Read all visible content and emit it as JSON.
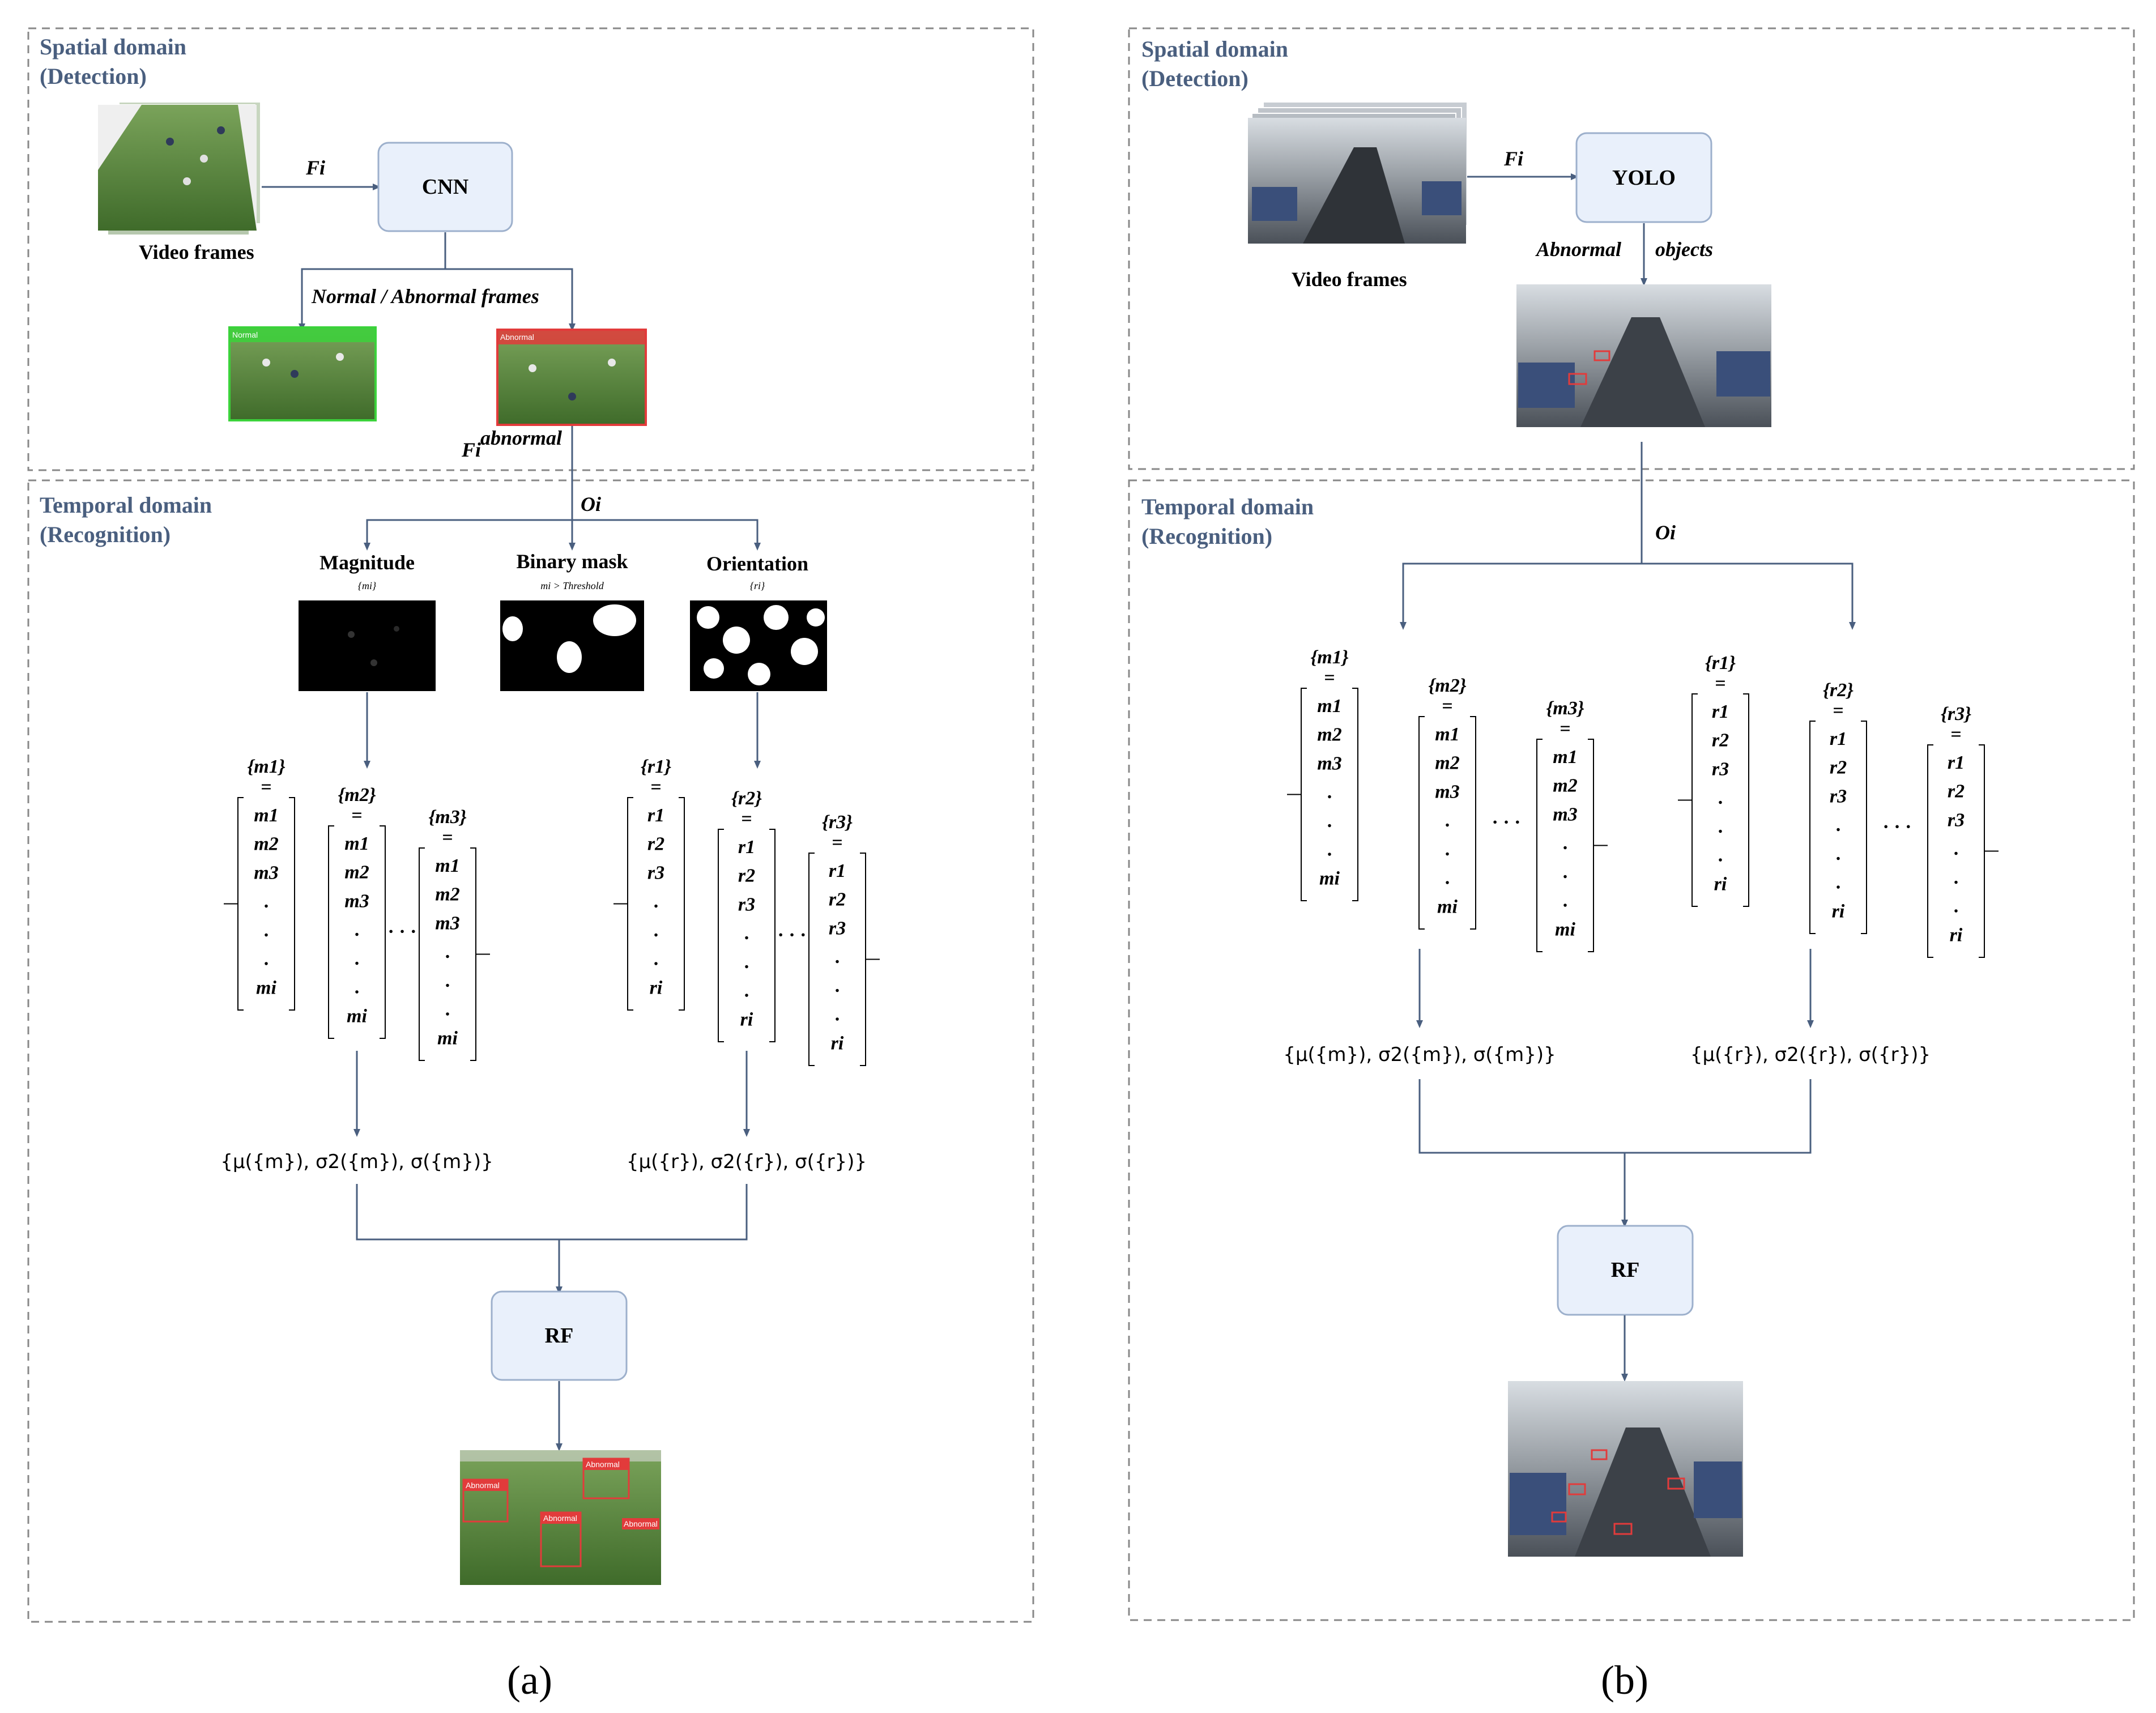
{
  "colors": {
    "section_title": "#4a5f7f",
    "arrow": "#4a5f7f",
    "box_fill": "#e9f0fb",
    "box_border": "#9db0cc",
    "dashed_border": "#888888",
    "normal_tag": "#3bd23b",
    "abnormal_tag": "#e23b3b"
  },
  "panel_a": {
    "spatial_title_1": "Spatial domain",
    "spatial_title_2": "(Detection)",
    "temporal_title_1": "Temporal  domain",
    "temporal_title_2": "(Recognition)",
    "video_frames": "Video frames",
    "fi": "Fi",
    "cnn": "CNN",
    "normal_abnormal": "Normal / Abnormal frames",
    "normal_tag": "Normal",
    "abnormal_tag": "Abnormal",
    "fi_abnormal_base": "Fi",
    "fi_abnormal_sup": "abnormal",
    "oi": "Oi",
    "magnitude": "Magnitude",
    "magnitude_sub": "{mi}",
    "binary_mask": "Binary mask",
    "binary_mask_sub": "mi > Threshold",
    "orientation": "Orientation",
    "orientation_sub": "{ri}",
    "stat_m": "{μ({m}), σ2({m}), σ({m})}",
    "stat_r": "{μ({r}), σ2({r}), σ({r})}",
    "rf": "RF",
    "out_tag": "Abnormal",
    "caption": "(a)"
  },
  "panel_b": {
    "spatial_title_1": "Spatial domain",
    "spatial_title_2": "(Detection)",
    "temporal_title_1": "Temporal  domain",
    "temporal_title_2": "(Recognition)",
    "video_frames": "Video frames",
    "fi": "Fi",
    "yolo": "YOLO",
    "abnormal": "Abnormal",
    "objects": "objects",
    "oi": "Oi",
    "stat_m": "{μ({m}), σ2({m}), σ({m})}",
    "stat_r": "{μ({r}), σ2({r}), σ({r})}",
    "rf": "RF",
    "caption": "(b)"
  },
  "vectors": {
    "m1": {
      "head": "{m1}",
      "items": [
        "m1",
        "m2",
        "m3",
        ".",
        ".",
        ".",
        "mi"
      ]
    },
    "m2": {
      "head": "{m2}",
      "items": [
        "m1",
        "m2",
        "m3",
        ".",
        ".",
        ".",
        "mi"
      ]
    },
    "m3": {
      "head": "{m3}",
      "items": [
        "m1",
        "m2",
        "m3",
        ".",
        ".",
        ".",
        "mi"
      ]
    },
    "r1": {
      "head": "{r1}",
      "items": [
        "r1",
        "r2",
        "r3",
        ".",
        ".",
        ".",
        "ri"
      ]
    },
    "r2": {
      "head": "{r2}",
      "items": [
        "r1",
        "r2",
        "r3",
        ".",
        ".",
        ".",
        "ri"
      ]
    },
    "r3": {
      "head": "{r3}",
      "items": [
        "r1",
        "r2",
        "r3",
        ".",
        ".",
        ".",
        "ri"
      ]
    },
    "eq": "=",
    "ellipsis": "· · ·"
  }
}
